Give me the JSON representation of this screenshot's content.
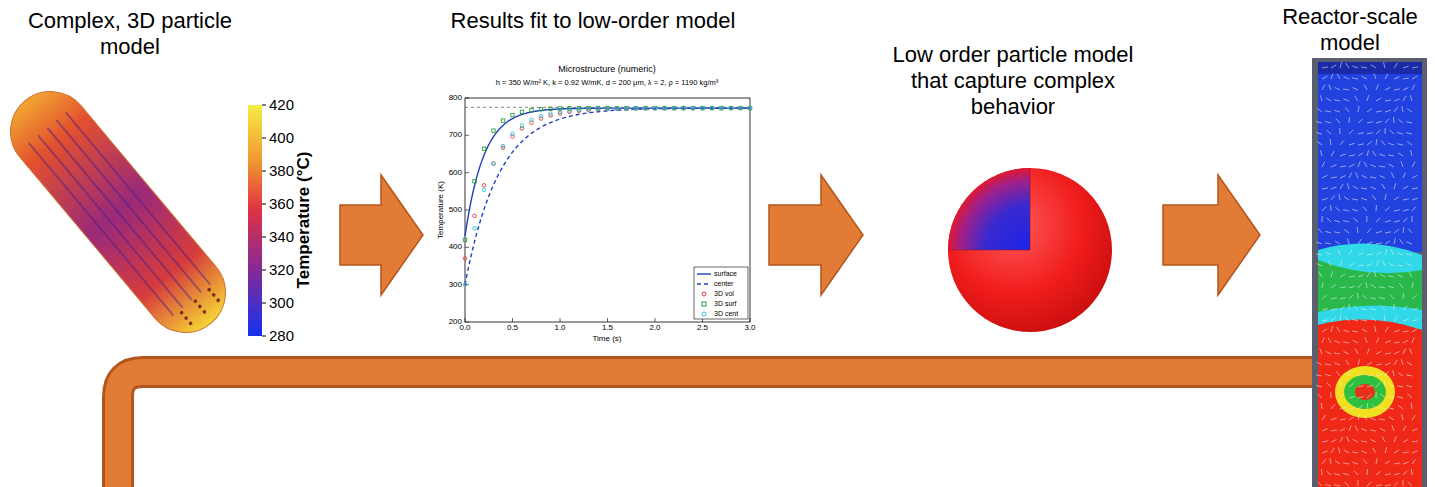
{
  "diagram": {
    "nodes": [
      {
        "text": [
          "Complex, 3D particle model"
        ]
      },
      {
        "text": [
          "Results fit to low-order model"
        ]
      },
      {
        "text": [
          "Low order particle model that capture complex behavior"
        ]
      },
      {
        "text": [
          "Reactor-scale model"
        ]
      }
    ],
    "edges": [
      {
        "from": 0,
        "to": 1,
        "arrow": "to"
      },
      {
        "from": 1,
        "to": 2,
        "arrow": "to"
      },
      {
        "from": 2,
        "to": 3,
        "arrow": "to"
      }
    ],
    "labels": [
      "420",
      "400",
      "380",
      "360",
      "340",
      "320",
      "300",
      "280",
      "Temperature (°C)",
      "Microstructure (numeric)",
      "h = 350 W/m² K, k = 0.92 W/mK, d = 200 μm, λ = 2, ρ = 1190 kg/m³",
      "200",
      "300",
      "400",
      "500",
      "600",
      "700",
      "800",
      "Temperature (K)",
      "0.0",
      "0.5",
      "1.0",
      "1.5",
      "2.0",
      "2.5",
      "3.0",
      "Time (s)"
    ],
    "legend": [
      {
        "text": "surface"
      },
      {
        "text": "center"
      },
      {
        "text": "3D vol"
      },
      {
        "text": "3D surf"
      },
      {
        "text": "3D cent"
      }
    ]
  }
}
